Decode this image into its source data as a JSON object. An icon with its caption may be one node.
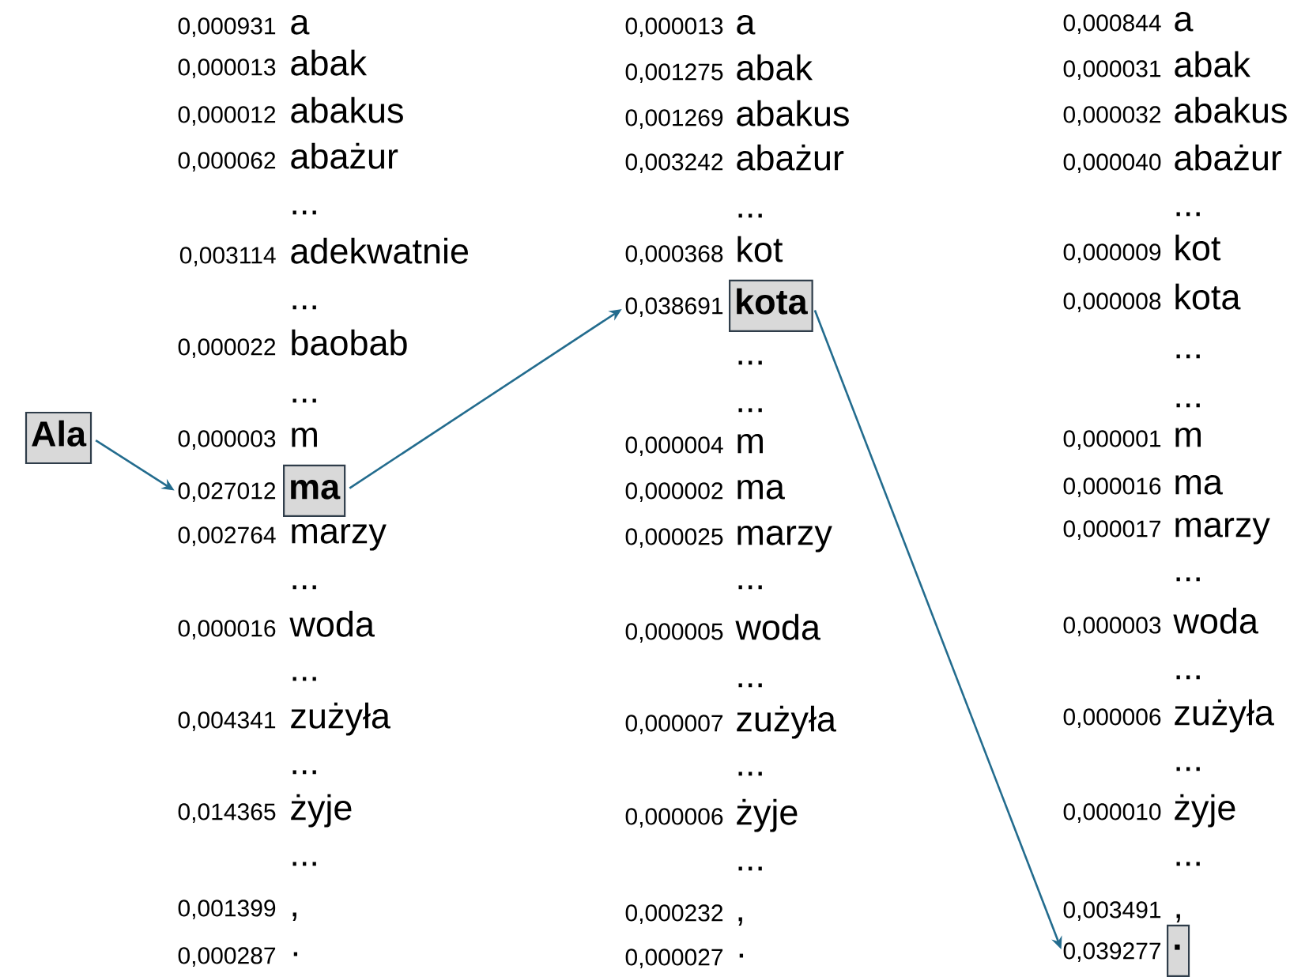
{
  "diagram": {
    "nodes": [
      {
        "text": [
          "Ala"
        ]
      },
      {
        "text": [
          "ma"
        ],
        "beside": [
          "0,027012"
        ]
      },
      {
        "text": [
          "kota"
        ],
        "beside": [
          "0,038691"
        ]
      },
      {
        "text": [
          "·"
        ],
        "beside": [
          "0,039277"
        ]
      }
    ],
    "edges": [
      {
        "from": 0,
        "to": 1,
        "arrow": "to"
      },
      {
        "from": 1,
        "to": 2,
        "arrow": "to"
      },
      {
        "from": 2,
        "to": 3,
        "arrow": "to"
      }
    ],
    "labels": [
      "0,000931",
      "a",
      "0,000013",
      "abak",
      "0,000012",
      "abakus",
      "0,000062",
      "abażur",
      "...",
      "0,003114",
      "adekwatnie",
      "...",
      "0,000022",
      "baobab",
      "...",
      "0,000003",
      "m",
      "0,002764",
      "marzy",
      "...",
      "0,000016",
      "woda",
      "...",
      "0,004341",
      "zużyła",
      "...",
      "0,014365",
      "żyje",
      "...",
      "0,001399",
      ",",
      "0,000287",
      "·",
      "0,000013",
      "a",
      "0,001275",
      "abak",
      "0,001269",
      "abakus",
      "0,003242",
      "abażur",
      "...",
      "0,000368",
      "kot",
      "...",
      "...",
      "0,000004",
      "m",
      "0,000002",
      "ma",
      "0,000025",
      "marzy",
      "...",
      "0,000005",
      "woda",
      "...",
      "0,000007",
      "zużyła",
      "...",
      "0,000006",
      "żyje",
      "...",
      "0,000232",
      ",",
      "0,000027",
      "·",
      "0,000844",
      "a",
      "0,000031",
      "abak",
      "0,000032",
      "abakus",
      "0,000040",
      "abażur",
      "...",
      "0,000009",
      "kot",
      "0,000008",
      "kota",
      "...",
      "...",
      "0,000001",
      "m",
      "0,000016",
      "ma",
      "0,000017",
      "marzy",
      "...",
      "0,000003",
      "woda",
      "...",
      "0,000006",
      "zużyła",
      "...",
      "0,000010",
      "żyje",
      "...",
      "0,003491",
      ","
    ]
  }
}
